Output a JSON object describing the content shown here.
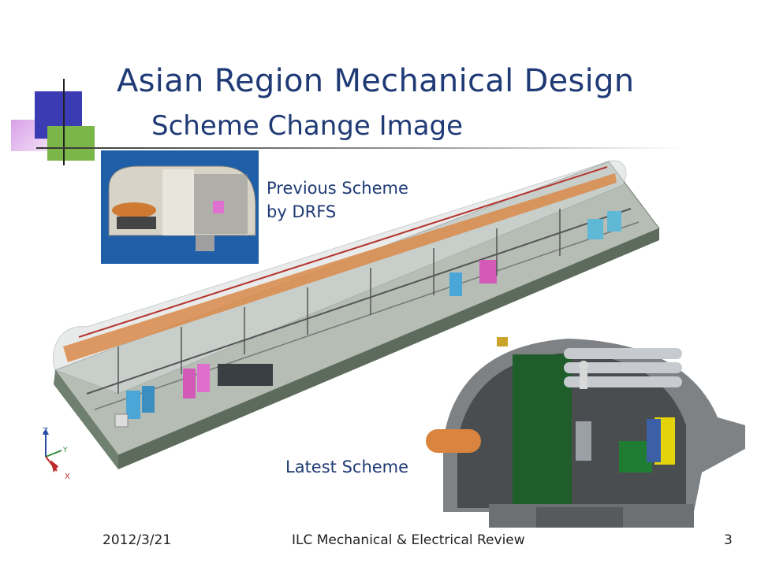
{
  "title": {
    "line1": "Asian Region Mechanical Design",
    "line2": "Scheme Change Image"
  },
  "labels": {
    "previous_line1": "Previous Scheme",
    "previous_line2": "by DRFS",
    "latest": "Latest Scheme"
  },
  "footer": {
    "date": "2012/3/21",
    "title": "ILC Mechanical & Electrical Review",
    "page": "3"
  },
  "axes": {
    "z": "Z",
    "y": "Y",
    "x": "X"
  },
  "colors": {
    "title": "#1f3a75",
    "accent_blue": "#3b3bb3",
    "accent_green": "#7ab648",
    "accent_pink": "#d9a0e8"
  }
}
